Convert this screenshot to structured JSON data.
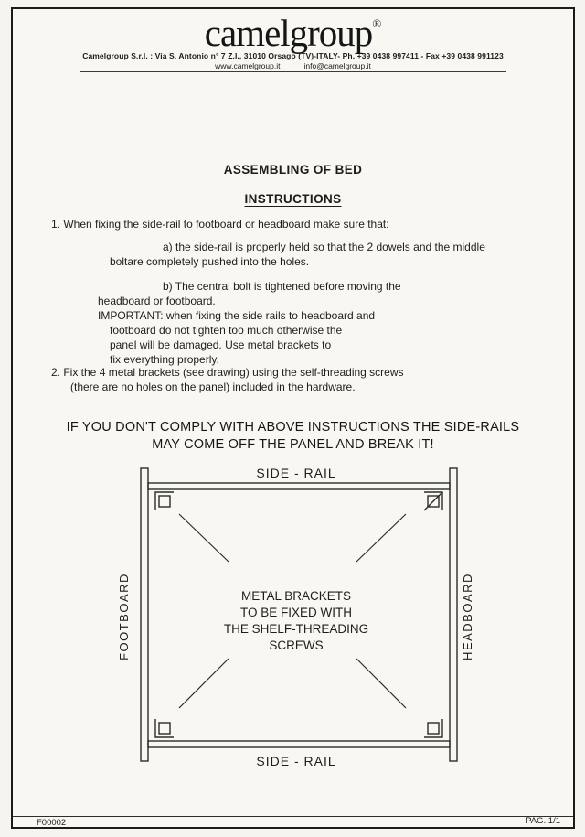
{
  "header": {
    "logo": "camelgroup",
    "logo_reg": "®",
    "address": "Camelgroup S.r.l. : Via S. Antonio n° 7 Z.I., 31010 Orsago (TV)-ITALY- Ph. +39 0438 997411 - Fax +39 0438 991123",
    "website": "www.camelgroup.it",
    "email": "info@camelgroup.it"
  },
  "titles": {
    "main": "ASSEMBLING OF BED",
    "sub": "INSTRUCTIONS"
  },
  "body": {
    "item1": "1. When fixing the side-rail to footboard or headboard make sure that:",
    "item1a": [
      "a) the side-rail is properly held so that the 2 dowels and the middle",
      "boltare completely pushed into the holes."
    ],
    "item1b": [
      "b) The central bolt is tightened before moving the",
      "headboard or footboard.",
      "IMPORTANT: when fixing the side rails to headboard and",
      "footboard do not tighten too much otherwise the",
      "panel will be damaged.  Use metal brackets to",
      "fix everything properly."
    ],
    "item2": [
      "2.  Fix the 4 metal brackets (see drawing) using the self-threading screws",
      "(there are no holes on the panel) included in the hardware."
    ],
    "warning": [
      "IF YOU DON'T COMPLY WITH ABOVE INSTRUCTIONS THE SIDE-RAILS",
      "MAY COME OFF THE PANEL AND BREAK IT!"
    ]
  },
  "diagram": {
    "side_rail_top": "SIDE - RAIL",
    "side_rail_bottom": "SIDE - RAIL",
    "footboard_label": "FOOTBOARD",
    "headboard_label": "HEADBOARD",
    "center_text": [
      "METAL BRACKETS",
      "TO BE FIXED WITH",
      "THE SHELF-THREADING",
      "SCREWS"
    ]
  },
  "footer": {
    "form_number": "F00002",
    "page_number": "PAG. 1/1"
  }
}
